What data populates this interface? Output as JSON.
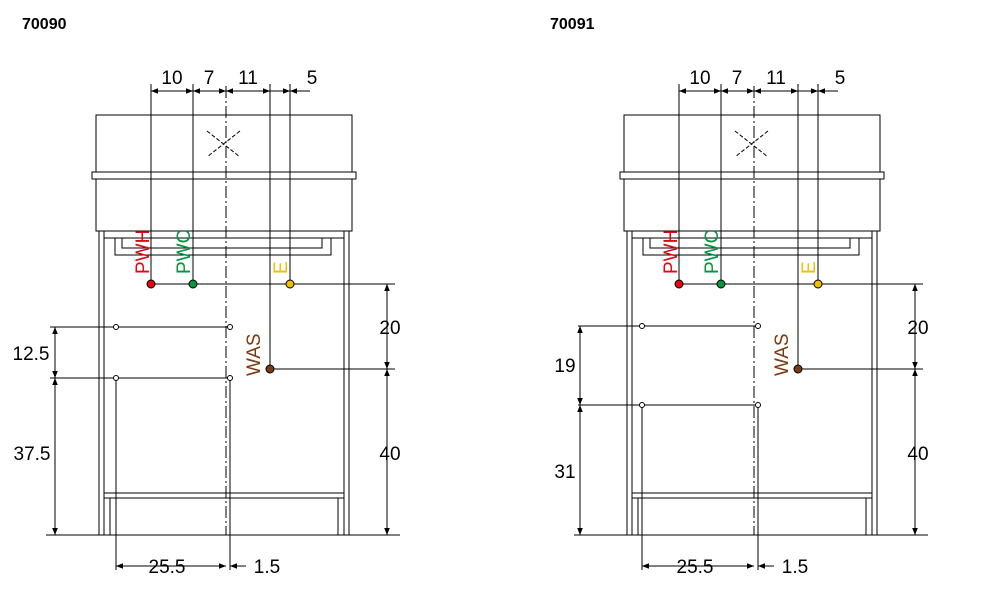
{
  "colors": {
    "pwh": "#e30613",
    "pwc": "#009640",
    "e": "#f0c000",
    "was": "#7a3b10"
  },
  "drawings": [
    {
      "id": "left",
      "title": "70090",
      "top_dims": [
        "10",
        "7",
        "11",
        "5"
      ],
      "left_dims": [
        "12.5",
        "37.5"
      ],
      "right_dims": [
        "20",
        "40"
      ],
      "bottom_dims": [
        "25.5",
        "1.5"
      ],
      "labels": {
        "pwh": "PWH",
        "pwc": "PWC",
        "e": "E",
        "was": "WAS"
      }
    },
    {
      "id": "right",
      "title": "70091",
      "top_dims": [
        "10",
        "7",
        "11",
        "5"
      ],
      "left_dims": [
        "19",
        "31"
      ],
      "right_dims": [
        "20",
        "40"
      ],
      "bottom_dims": [
        "25.5",
        "1.5"
      ],
      "labels": {
        "pwh": "PWH",
        "pwc": "PWC",
        "e": "E",
        "was": "WAS"
      }
    }
  ]
}
